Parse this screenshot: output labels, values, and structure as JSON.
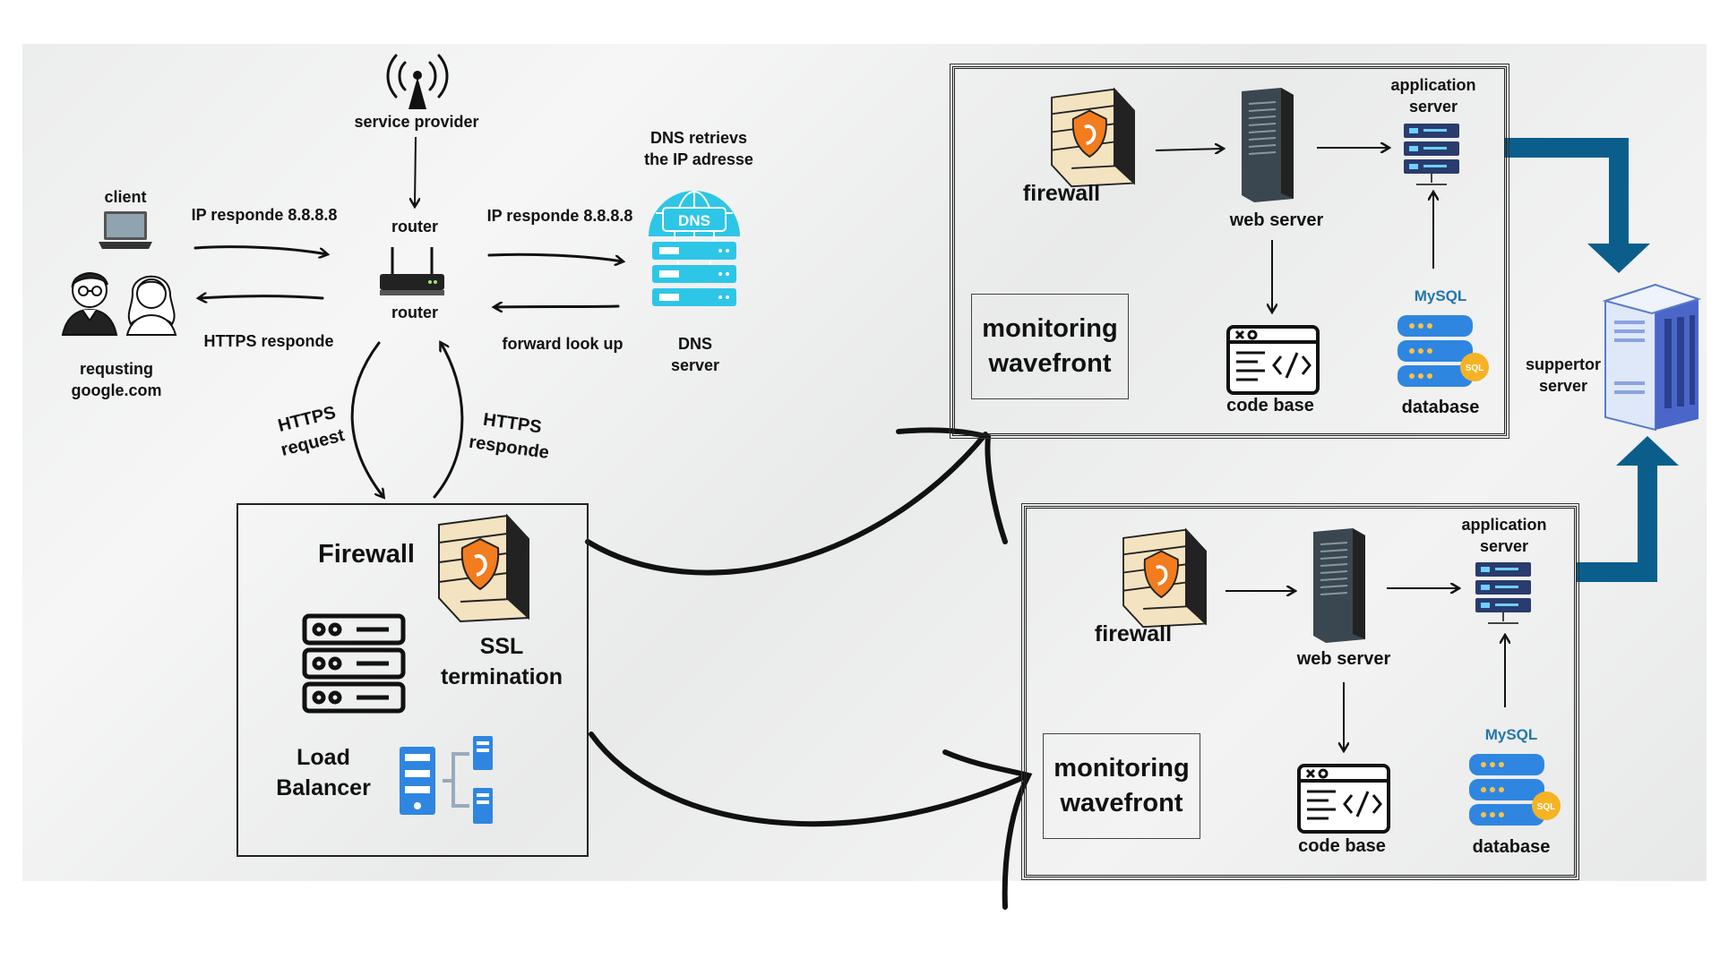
{
  "client": {
    "title": "client",
    "caption": "requsting\ngoogle.com"
  },
  "links": {
    "ip_response_left": "IP responde 8.8.8.8",
    "https_response_left": "HTTPS responde",
    "ip_response_right": "IP responde 8.8.8.8",
    "forward_lookup": "forward look up",
    "https_request": "HTTPS\nrequest",
    "https_respond": "HTTPS\nresponde"
  },
  "service_provider": {
    "label": "service provider"
  },
  "router": {
    "label_top": "router",
    "label_bottom": "router"
  },
  "dns": {
    "note": "DNS retrievs\nthe IP adresse",
    "badge": "DNS",
    "label": "DNS\nserver"
  },
  "edge": {
    "firewall_label": "Firewall",
    "ssl_label": "SSL\ntermination",
    "lb_label": "Load\nBalancer"
  },
  "stacks": [
    {
      "firewall": "firewall",
      "web_server": "web server",
      "app_server": "application\nserver",
      "code_base": "code base",
      "database": "database",
      "monitoring": "monitoring\nwavefront",
      "mysql": "MySQL",
      "sql": "SQL"
    },
    {
      "firewall": "firewall",
      "web_server": "web server",
      "app_server": "application\nserver",
      "code_base": "code base",
      "database": "database",
      "monitoring": "monitoring\nwavefront",
      "mysql": "MySQL",
      "sql": "SQL"
    }
  ],
  "supporter": {
    "label": "suppertor\nserver"
  },
  "colors": {
    "teal": "#2ec6e6",
    "blue_arrow": "#0b5e8c",
    "orange": "#f27c1e",
    "server_blue": "#2f86e0"
  }
}
